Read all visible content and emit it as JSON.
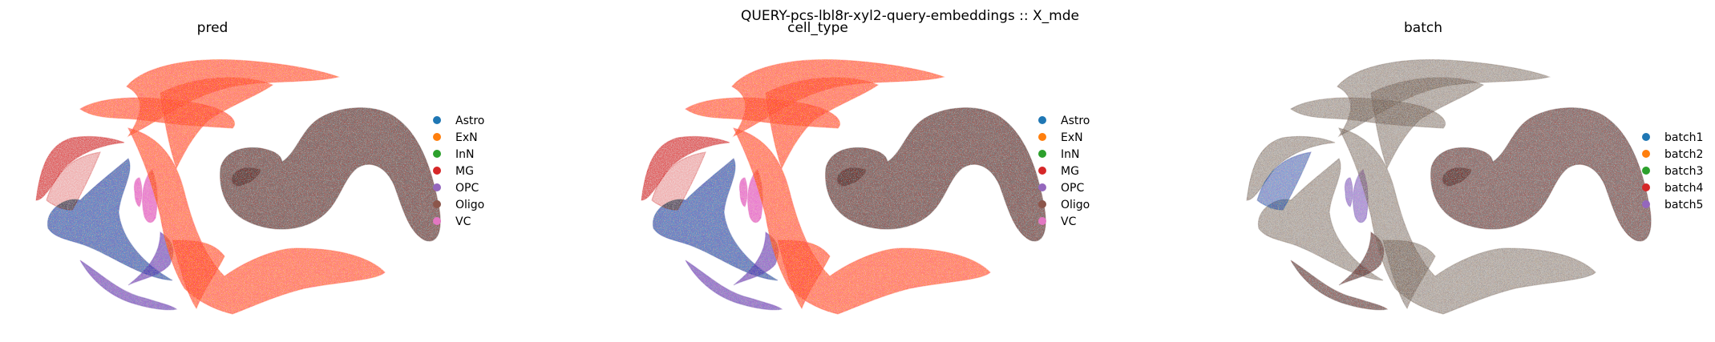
{
  "figure": {
    "suptitle": "QUERY-pcs-lbl8r-xyl2-query-embeddings :: X_mde"
  },
  "chart_data": [
    {
      "type": "scatter",
      "title": "pred",
      "xlabel": "",
      "ylabel": "",
      "grid": false,
      "axes_visible": false,
      "legend_placement": "right",
      "legend": [
        {
          "label": "Astro",
          "color": "#1f77b4"
        },
        {
          "label": "ExN",
          "color": "#ff7f0e"
        },
        {
          "label": "InN",
          "color": "#2ca02c"
        },
        {
          "label": "MG",
          "color": "#d62728"
        },
        {
          "label": "OPC",
          "color": "#9467bd"
        },
        {
          "label": "Oligo",
          "color": "#8c564b"
        },
        {
          "label": "VC",
          "color": "#e377c2"
        }
      ]
    },
    {
      "type": "scatter",
      "title": "cell_type",
      "xlabel": "",
      "ylabel": "",
      "grid": false,
      "axes_visible": false,
      "legend_placement": "right",
      "legend": [
        {
          "label": "Astro",
          "color": "#1f77b4"
        },
        {
          "label": "ExN",
          "color": "#ff7f0e"
        },
        {
          "label": "InN",
          "color": "#2ca02c"
        },
        {
          "label": "MG",
          "color": "#d62728"
        },
        {
          "label": "OPC",
          "color": "#9467bd"
        },
        {
          "label": "Oligo",
          "color": "#8c564b"
        },
        {
          "label": "VC",
          "color": "#e377c2"
        }
      ]
    },
    {
      "type": "scatter",
      "title": "batch",
      "xlabel": "",
      "ylabel": "",
      "grid": false,
      "axes_visible": false,
      "legend_placement": "right",
      "legend": [
        {
          "label": "batch1",
          "color": "#1f77b4"
        },
        {
          "label": "batch2",
          "color": "#ff7f0e"
        },
        {
          "label": "batch3",
          "color": "#2ca02c"
        },
        {
          "label": "batch4",
          "color": "#d62728"
        },
        {
          "label": "batch5",
          "color": "#9467bd"
        }
      ]
    }
  ]
}
